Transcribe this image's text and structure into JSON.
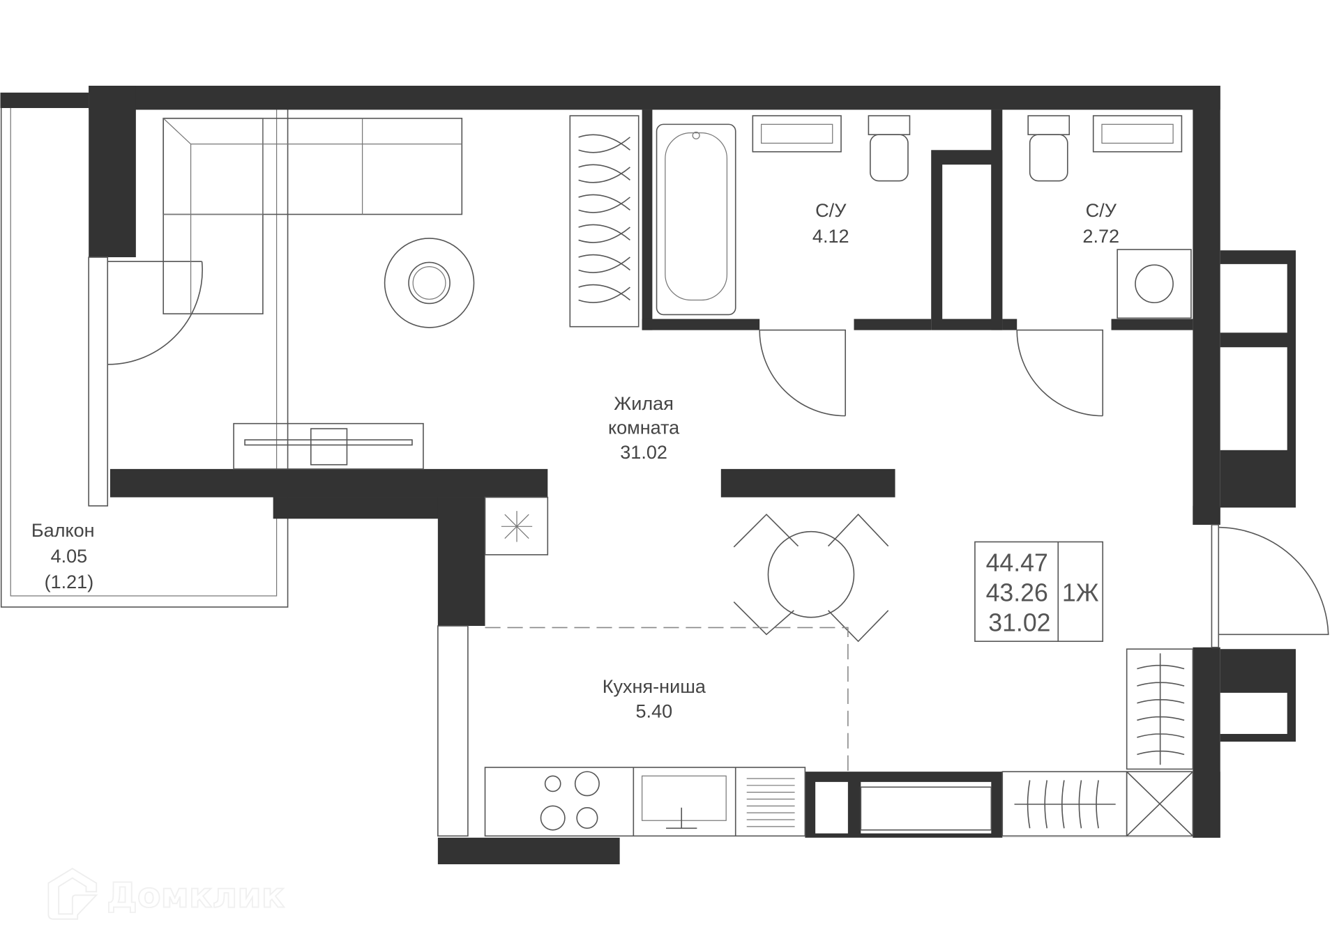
{
  "rooms": {
    "living": {
      "name_line1": "Жилая",
      "name_line2": "комната",
      "area": "31.02"
    },
    "bath1": {
      "name": "С/У",
      "area": "4.12"
    },
    "bath2": {
      "name": "С/У",
      "area": "2.72"
    },
    "balcony": {
      "name": "Балкон",
      "area": "4.05",
      "area_reduced": "(1.21)"
    },
    "kitchen": {
      "name": "Кухня-ниша",
      "area": "5.40"
    }
  },
  "summary": {
    "total_area": "44.47",
    "area_no_balcony": "43.26",
    "living_area": "31.02",
    "type": "1Ж"
  },
  "watermark": {
    "text": "Домклик"
  },
  "colors": {
    "wall": "#333333",
    "line": "#555555"
  }
}
